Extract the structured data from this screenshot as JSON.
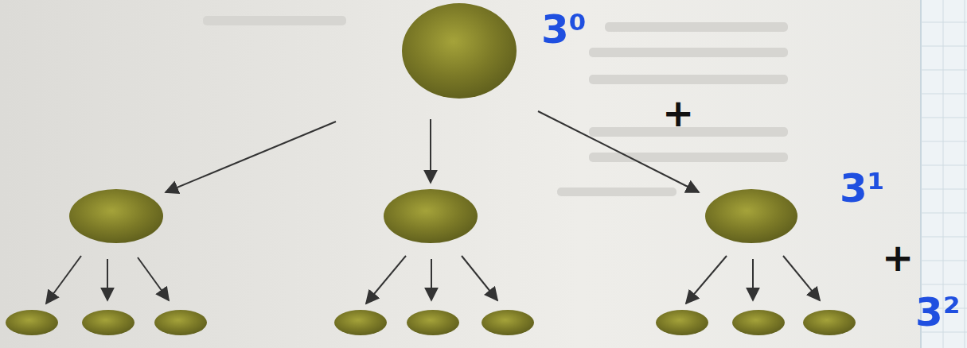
{
  "diagram": {
    "labels": [
      "3⁰",
      "+",
      "3¹",
      "+",
      "3²"
    ]
  }
}
